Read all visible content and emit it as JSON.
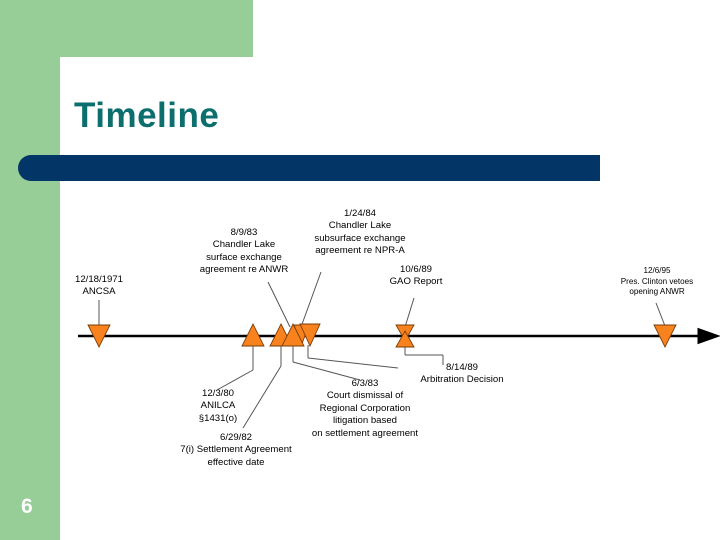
{
  "slide": {
    "title": "Timeline",
    "number": "6",
    "colors": {
      "green": "#97cd96",
      "title_teal": "#0d6e6e",
      "bar_navy": "#033566",
      "marker_orange": "#f7821e",
      "axis_black": "#000000"
    }
  },
  "timeline": {
    "axis_label": "timeline-axis",
    "events": [
      {
        "id": "ancsa",
        "date": "12/18/1971",
        "text": "12/18/1971\nANCSA",
        "position": "above"
      },
      {
        "id": "anilca",
        "date": "12/3/80",
        "text": "12/3/80\nANILCA\n§1431(o)",
        "position": "below"
      },
      {
        "id": "settlement-agreement",
        "date": "6/29/82",
        "text": "6/29/82\n7(i) Settlement Agreement\neffective date",
        "position": "below"
      },
      {
        "id": "chandler-lake-surface",
        "date": "8/9/83",
        "text": "8/9/83\nChandler Lake\nsurface exchange\nagreement re ANWR",
        "position": "above"
      },
      {
        "id": "court-dismissal",
        "date": "6/3/83",
        "text": "6/3/83\nCourt dismissal of\nRegional Corporation\nlitigation based\non settlement agreement",
        "position": "below"
      },
      {
        "id": "chandler-lake-subsurface",
        "date": "1/24/84",
        "text": "1/24/84\nChandler Lake\nsubsurface exchange\nagreement re NPR-A",
        "position": "above"
      },
      {
        "id": "arbitration-decision",
        "date": "8/14/89",
        "text": "8/14/89\nArbitration Decision",
        "position": "below"
      },
      {
        "id": "gao-report",
        "date": "10/6/89",
        "text": "10/6/89\nGAO Report",
        "position": "above"
      },
      {
        "id": "clinton-veto",
        "date": "12/6/95",
        "text": "12/6/95\nPres. Clinton vetoes\nopening ANWR",
        "position": "above"
      }
    ]
  }
}
